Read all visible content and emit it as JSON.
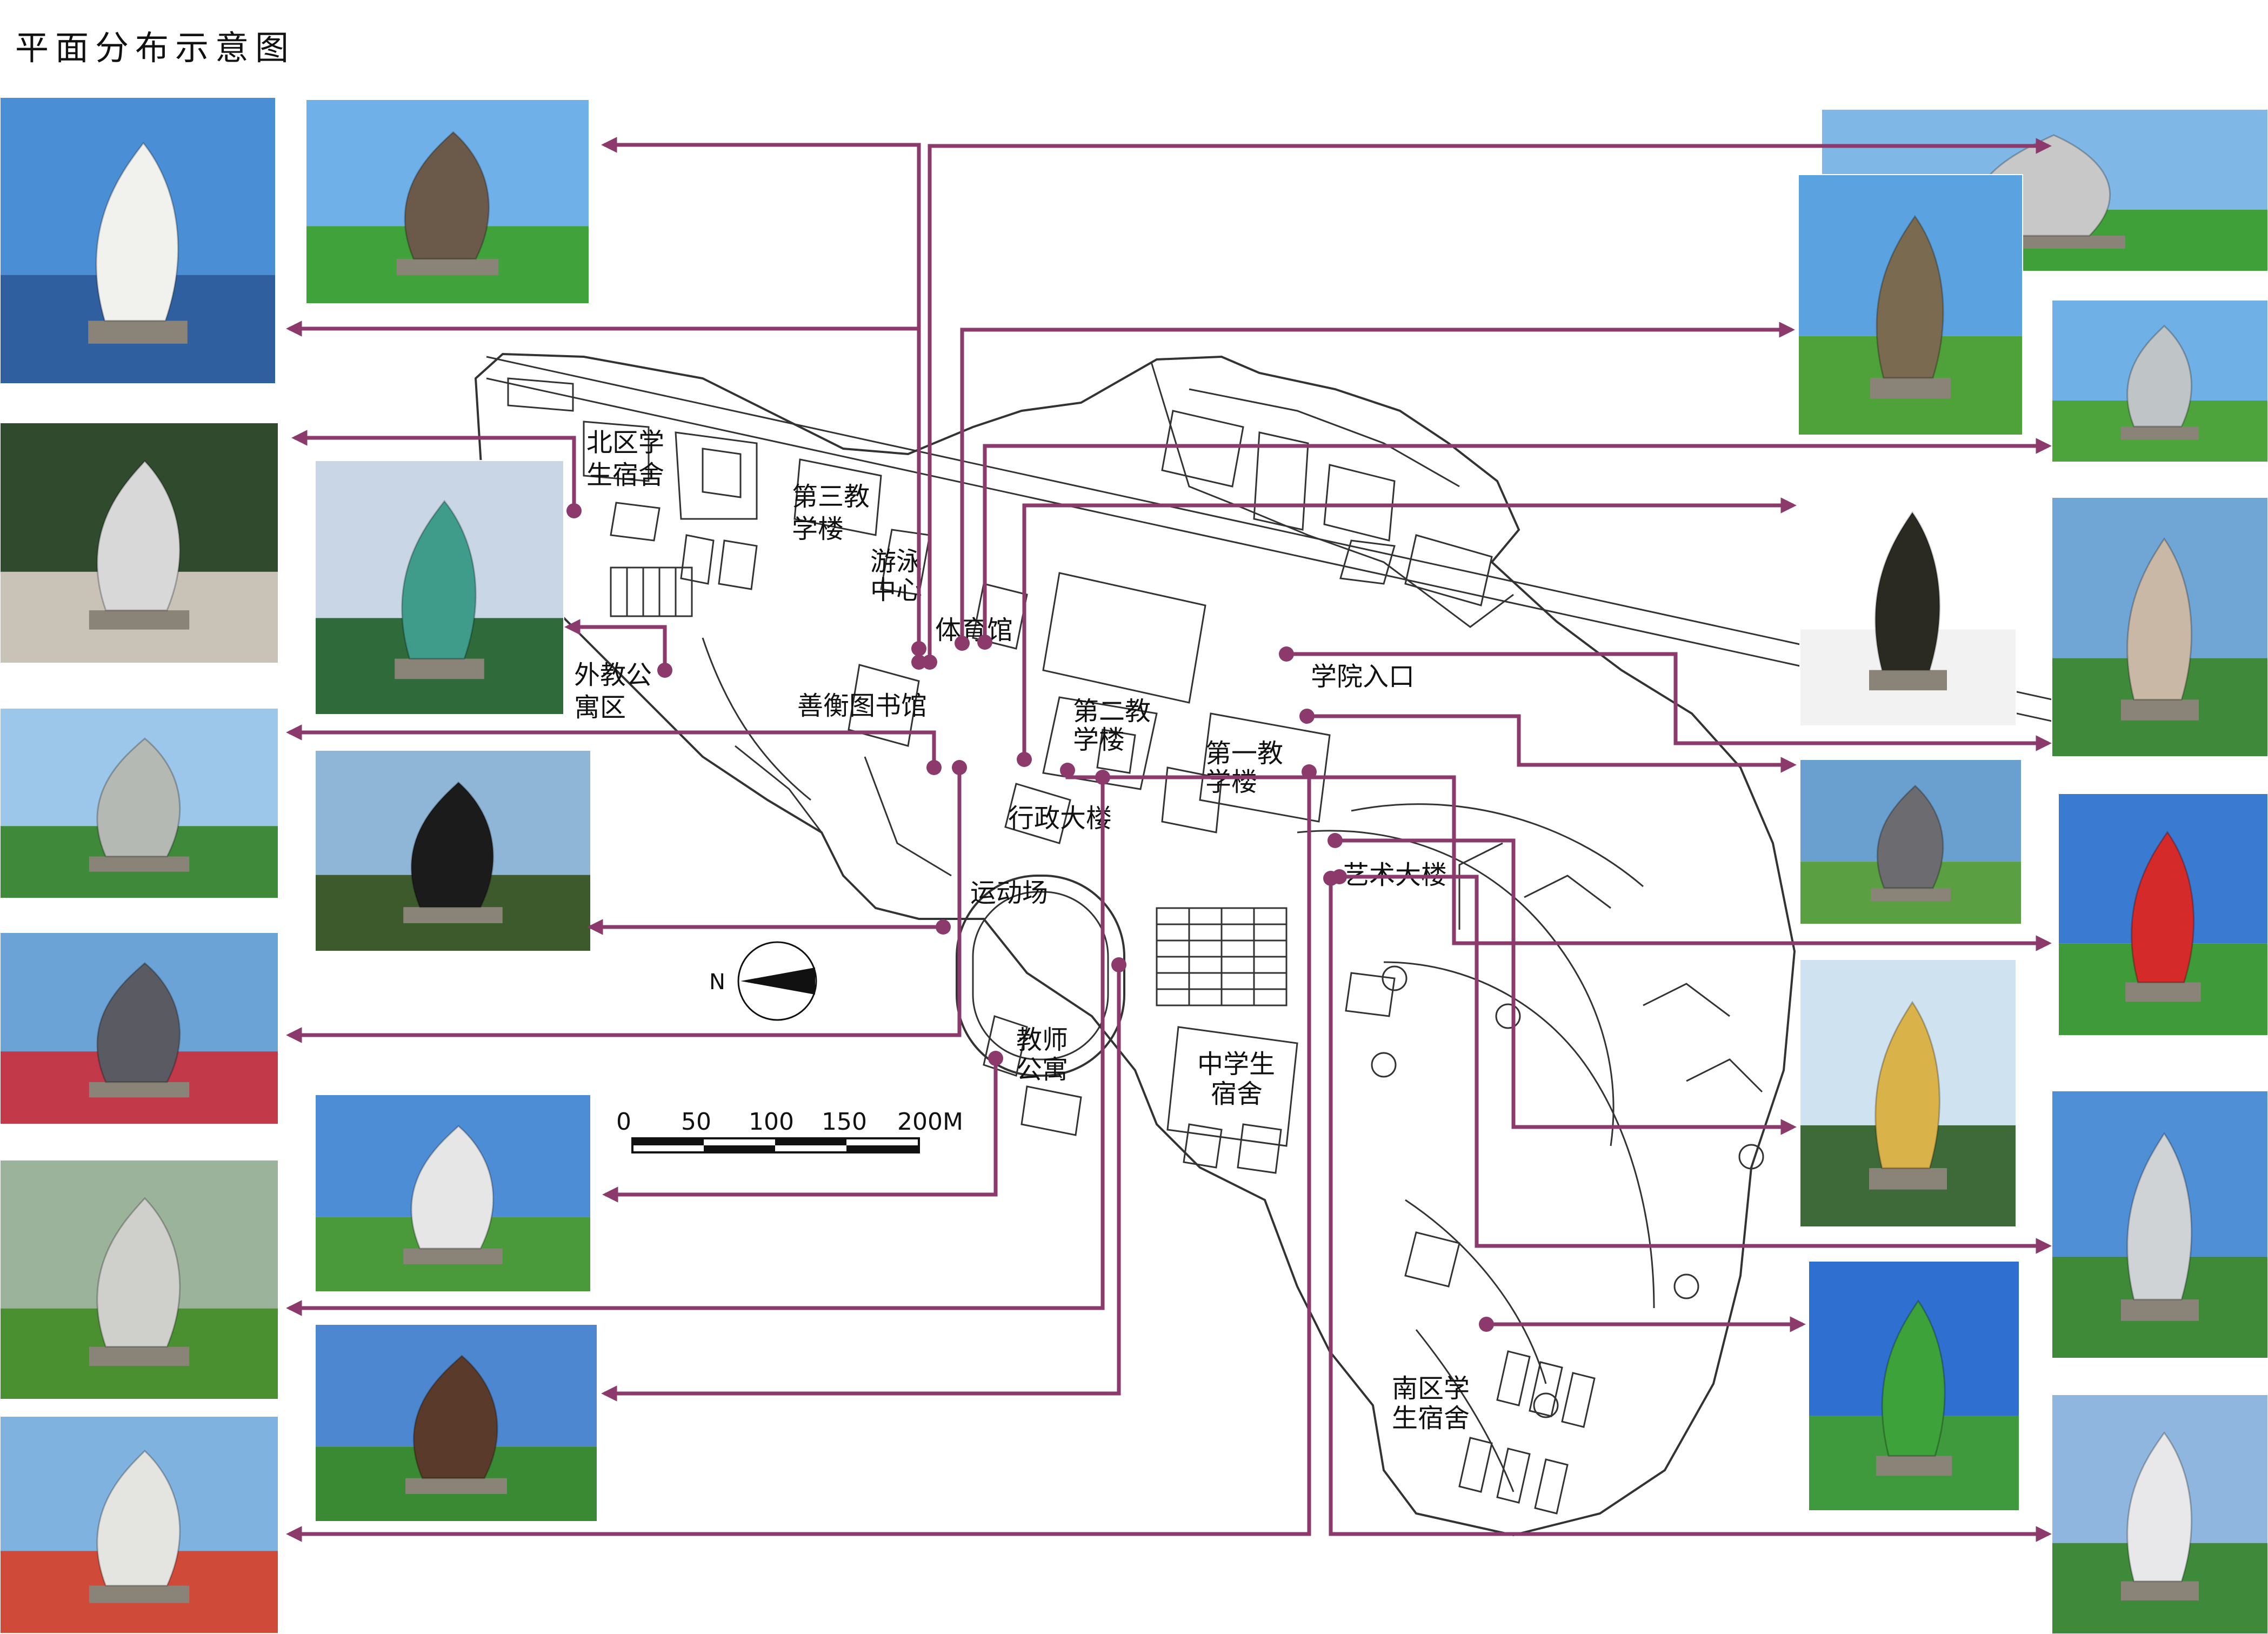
{
  "page_title": "平面分布示意图",
  "colors": {
    "connector": "#8b3a6b",
    "map_line": "#333333",
    "compass_fill": "#111111"
  },
  "compass": {
    "label": "N"
  },
  "scale_bar": {
    "labels": [
      "0",
      "50",
      "100",
      "150",
      "200M"
    ]
  },
  "buildings": {
    "north_dorm": [
      "北区学",
      "生宿舍"
    ],
    "teaching3": [
      "第三教",
      "学楼"
    ],
    "pool": [
      "游泳",
      "中心"
    ],
    "gym": "体育馆",
    "foreign_apt": [
      "外教公",
      "寓区"
    ],
    "library": "善衡图书馆",
    "teaching2": [
      "第二教",
      "学楼"
    ],
    "college_entrance": "学院入口",
    "teaching1": [
      "第一教",
      "学楼"
    ],
    "admin": "行政大楼",
    "art": "艺术大楼",
    "sports_field": "运动场",
    "teacher_apt": [
      "教师",
      "公寓"
    ],
    "middle_dorm": [
      "中学生",
      "宿舍"
    ],
    "south_dorm": [
      "南区学",
      "生宿舍"
    ]
  },
  "photos": [
    {
      "subject": "white-swimmer-sculpture",
      "sky": "#4a8fd6",
      "ground": "#2f5f9e",
      "figure": "#f1f1ee"
    },
    {
      "subject": "bronze-football-players-sculpture",
      "sky": "#6fb0e8",
      "ground": "#3fa23a",
      "figure": "#6b5a4a"
    },
    {
      "subject": "metal-wave-sculpture",
      "sky": "#2f4a2c",
      "ground": "#c9c3b7",
      "figure": "#d8d8d8"
    },
    {
      "subject": "green-woman-with-leaf-sculpture",
      "sky": "#c9d6e6",
      "ground": "#2f6b3a",
      "figure": "#3f9c8a"
    },
    {
      "subject": "thinker-on-book-sculpture",
      "sky": "#9cc7ea",
      "ground": "#3e8a3a",
      "figure": "#b5b9b3"
    },
    {
      "subject": "three-dancers-silhouette-sculpture",
      "sky": "#8fb6d6",
      "ground": "#3d5a2c",
      "figure": "#1b1b1b"
    },
    {
      "subject": "relief-wall-sculpture",
      "sky": "#6ca3d6",
      "ground": "#c23a4a",
      "figure": "#5a5a62"
    },
    {
      "subject": "sitting-figures-bench-sculpture",
      "sky": "#4d8dd6",
      "ground": "#4a9a3c",
      "figure": "#e6e6e6"
    },
    {
      "subject": "stone-faces-arch-sculpture",
      "sky": "#9ab39a",
      "ground": "#4a8f30",
      "figure": "#cfcfcc"
    },
    {
      "subject": "bronze-dancing-pair-sculpture",
      "sky": "#4c87d0",
      "ground": "#3a8a33",
      "figure": "#5a3a2a"
    },
    {
      "subject": "white-stone-pair-sculpture",
      "sky": "#7fb2de",
      "ground": "#d04a3a",
      "figure": "#e4e4e0"
    },
    {
      "subject": "stainless-curved-figure-sculpture",
      "sky": "#7fb7e6",
      "ground": "#3fa03a",
      "figure": "#c8c8c8"
    },
    {
      "subject": "bronze-leaping-figure-sculpture",
      "sky": "#5aa3e0",
      "ground": "#4fa13a",
      "figure": "#7a6a50"
    },
    {
      "subject": "stainless-swirl-sculpture",
      "sky": "#6fb0e6",
      "ground": "#4ea43c",
      "figure": "#bfc4c6"
    },
    {
      "subject": "black-and-gold-faces-sculpture",
      "sky": "#ffffff",
      "ground": "#f2f2f2",
      "figure": "#2a2a22"
    },
    {
      "subject": "steel-flame-columns-sculpture",
      "sky": "#6fa6d6",
      "ground": "#3e8a3a",
      "figure": "#c9b8a6"
    },
    {
      "subject": "rings-loop-sculpture",
      "sky": "#6aa0d0",
      "ground": "#5aa042",
      "figure": "#6b6b70"
    },
    {
      "subject": "red-flame-sculpture",
      "sky": "#3a7ad0",
      "ground": "#3f9a3a",
      "figure": "#d42a2a"
    },
    {
      "subject": "golden-dancer-sculptures",
      "sky": "#cfe2f0",
      "ground": "#3e6a3a",
      "figure": "#d9b24a"
    },
    {
      "subject": "saxophone-player-sculpture",
      "sky": "#4e8fd6",
      "ground": "#3e8a38",
      "figure": "#cfd3d6"
    },
    {
      "subject": "green-tree-sculpture",
      "sky": "#2f6fd0",
      "ground": "#3e9a3c",
      "figure": "#3ea23a"
    },
    {
      "subject": "white-ribbon-face-sculpture",
      "sky": "#8fb6de",
      "ground": "#3e8a3a",
      "figure": "#e8e8ea"
    }
  ]
}
